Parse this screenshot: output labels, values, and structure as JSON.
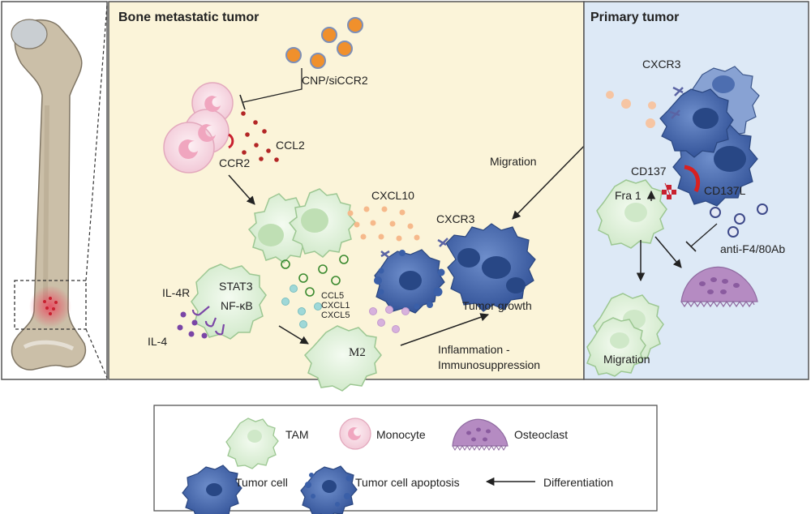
{
  "panels": {
    "bone": {
      "title": "Bone metastatic tumor"
    },
    "primary": {
      "title": "Primary tumor"
    }
  },
  "labels": {
    "cnp": "CNP/siCCR2",
    "ccl2": "CCL2",
    "ccr2": "CCR2",
    "migration_center": "Migration",
    "cxcl10": "CXCL10",
    "cxcr3_center": "CXCR3",
    "stat3": "STAT3",
    "nfkb": "NF-κB",
    "il4r": "IL-4R",
    "il4": "IL-4",
    "ccl5": "CCL5",
    "cxcl1": "CXCL1",
    "cxcl5": "CXCL5",
    "tumor_growth": "Tumor growth",
    "m2": "M2",
    "inflammation_1": "Inflammation -",
    "inflammation_2": "Immunosuppression",
    "cxcr3_right": "CXCR3",
    "cd137": "CD137",
    "cd137l": "CD137L",
    "fra1": "Fra 1",
    "anti_f4": "anti-F4/80Ab",
    "migration_right": "Migration"
  },
  "legend": {
    "tam": "TAM",
    "monocyte": "Monocyte",
    "osteoclast": "Osteoclast",
    "tumor_cell": "Tumor cell",
    "tumor_apoptosis": "Tumor  cell apoptosis",
    "differentiation": "Differentiation"
  },
  "colors": {
    "bone_bg": "#fbf4d9",
    "primary_bg": "#dde9f6",
    "tam": "#dcefd6",
    "monocyte": "#f6d3df",
    "tumor": "#3a5fa8",
    "osteoclast": "#b58bc2",
    "nanoparticle": "#f0902c",
    "ccl2_dot": "#b32626",
    "cxcl10_dot": "#f6b98b",
    "ccl5_ring": "#3b8a2f",
    "cxcl1_dot": "#9fd8d8",
    "cxcl5_dot": "#d7b1dd",
    "il4_dot": "#7a45a6",
    "cd137l": "#d92020"
  }
}
